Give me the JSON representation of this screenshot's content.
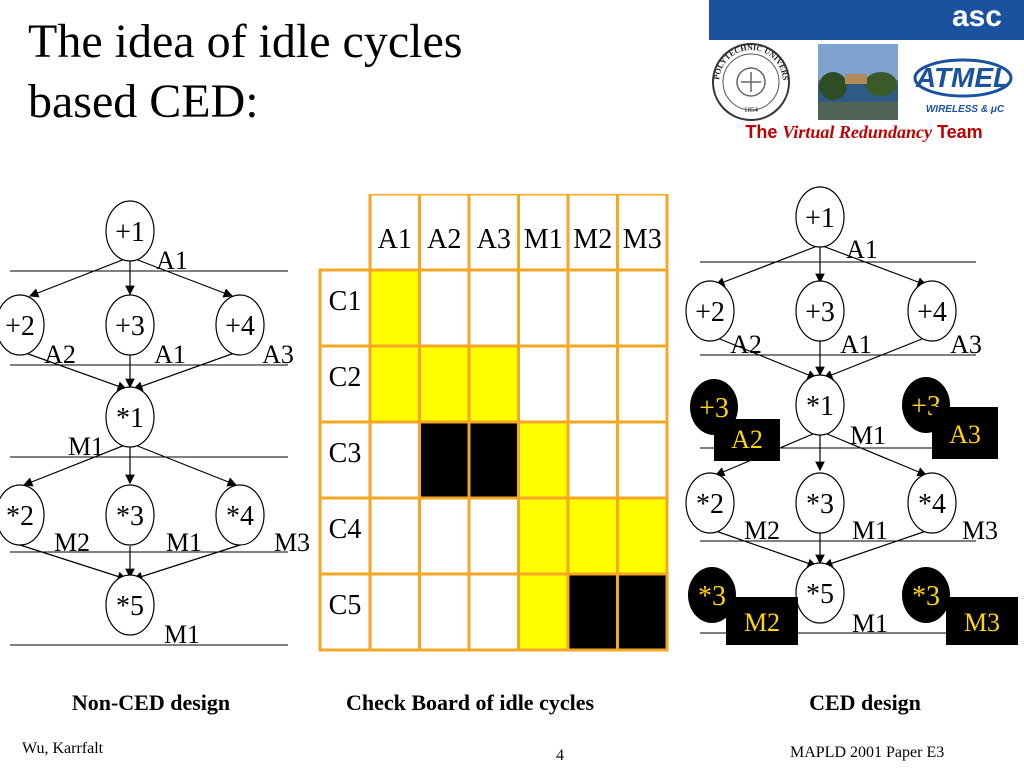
{
  "slide": {
    "title_line1": "The idea of idle cycles",
    "title_line2": "based CED:",
    "brand": "asc",
    "team_prefix": "The",
    "team_italic": "Virtual Redundancy",
    "team_suffix": "Team",
    "seal_text": "POLYTECHNIC UNIVERSITY",
    "seal_year": "1854",
    "atmel_logo": "ATMEL",
    "atmel_sub": "WIRELESS & μC",
    "caption_left": "Non-CED design",
    "caption_mid": "Check Board of idle cycles",
    "caption_right": "CED design",
    "footer_left": "Wu, Karrfalt",
    "footer_page": "4",
    "footer_right": "MAPLD 2001 Paper E3"
  },
  "colors": {
    "brand_blue": "#1a52a0",
    "team_red": "#c00000",
    "grid_orange": "#f5a623",
    "idle_yellow": "#ffff00",
    "busy_black": "#000000",
    "highlight_text": "#ffd700"
  },
  "non_ced": {
    "nodes": [
      {
        "id": "add1",
        "label": "+1",
        "unit": "A1"
      },
      {
        "id": "add2",
        "label": "+2",
        "unit": "A2"
      },
      {
        "id": "add3",
        "label": "+3",
        "unit": "A1"
      },
      {
        "id": "add4",
        "label": "+4",
        "unit": "A3"
      },
      {
        "id": "mul1",
        "label": "*1",
        "unit": "M1"
      },
      {
        "id": "mul2",
        "label": "*2",
        "unit": "M2"
      },
      {
        "id": "mul3",
        "label": "*3",
        "unit": "M1"
      },
      {
        "id": "mul4",
        "label": "*4",
        "unit": "M3"
      },
      {
        "id": "mul5",
        "label": "*5",
        "unit": "M1"
      }
    ]
  },
  "check_board": {
    "columns": [
      "A1",
      "A2",
      "A3",
      "M1",
      "M2",
      "M3"
    ],
    "rows": [
      "C1",
      "C2",
      "C3",
      "C4",
      "C5"
    ],
    "cells": [
      [
        "idle",
        "free",
        "free",
        "free",
        "free",
        "free"
      ],
      [
        "idle",
        "idle",
        "idle",
        "free",
        "free",
        "free"
      ],
      [
        "free",
        "busy",
        "busy",
        "idle",
        "free",
        "free"
      ],
      [
        "free",
        "free",
        "free",
        "idle",
        "idle",
        "idle"
      ],
      [
        "free",
        "free",
        "free",
        "idle",
        "busy",
        "busy"
      ]
    ]
  },
  "ced": {
    "nodes": [
      {
        "id": "add1",
        "label": "+1",
        "unit": "A1"
      },
      {
        "id": "add2",
        "label": "+2",
        "unit": "A2"
      },
      {
        "id": "add3",
        "label": "+3",
        "unit": "A1"
      },
      {
        "id": "add4",
        "label": "+4",
        "unit": "A3"
      },
      {
        "id": "mul1",
        "label": "*1",
        "unit": "M1"
      },
      {
        "id": "mul2",
        "label": "*2",
        "unit": "M2"
      },
      {
        "id": "mul3",
        "label": "*3",
        "unit": "M1"
      },
      {
        "id": "mul4",
        "label": "*4",
        "unit": "M3"
      },
      {
        "id": "mul5",
        "label": "*5",
        "unit": "M1"
      }
    ],
    "duplicates": [
      {
        "id": "dup_add3_left",
        "label": "+3",
        "unit": "A2"
      },
      {
        "id": "dup_add3_right",
        "label": "+3",
        "unit": "A3"
      },
      {
        "id": "dup_mul3_left",
        "label": "*3",
        "unit": "M2"
      },
      {
        "id": "dup_mul3_right",
        "label": "*3",
        "unit": "M3"
      }
    ]
  }
}
